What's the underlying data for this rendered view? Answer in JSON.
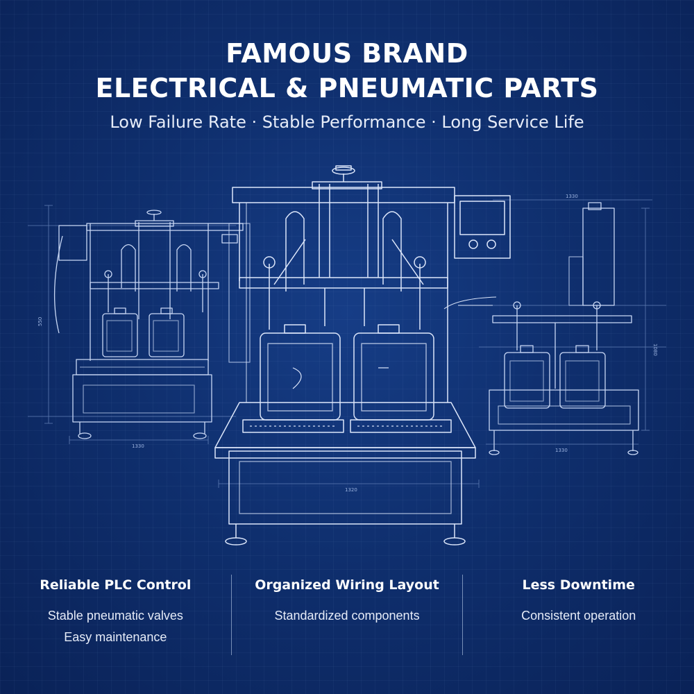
{
  "title": {
    "line1": "FAMOUS BRAND",
    "line2": "ELECTRICAL & PNEUMATIC PARTS",
    "tagline": "Low Failure Rate · Stable Performance · Long Service Life"
  },
  "dimensions": {
    "left_height": "550",
    "left_width": "1330",
    "center_width": "1320",
    "right_top": "1330",
    "right_height": "1080",
    "right_width": "1330"
  },
  "features": [
    {
      "title": "Reliable PLC Control",
      "lines": [
        "Stable pneumatic valves",
        "Easy maintenance"
      ]
    },
    {
      "title": "Organized Wiring Layout",
      "lines": [
        "Standardized components"
      ]
    },
    {
      "title": "Less Downtime",
      "lines": [
        "Consistent operation"
      ]
    }
  ]
}
